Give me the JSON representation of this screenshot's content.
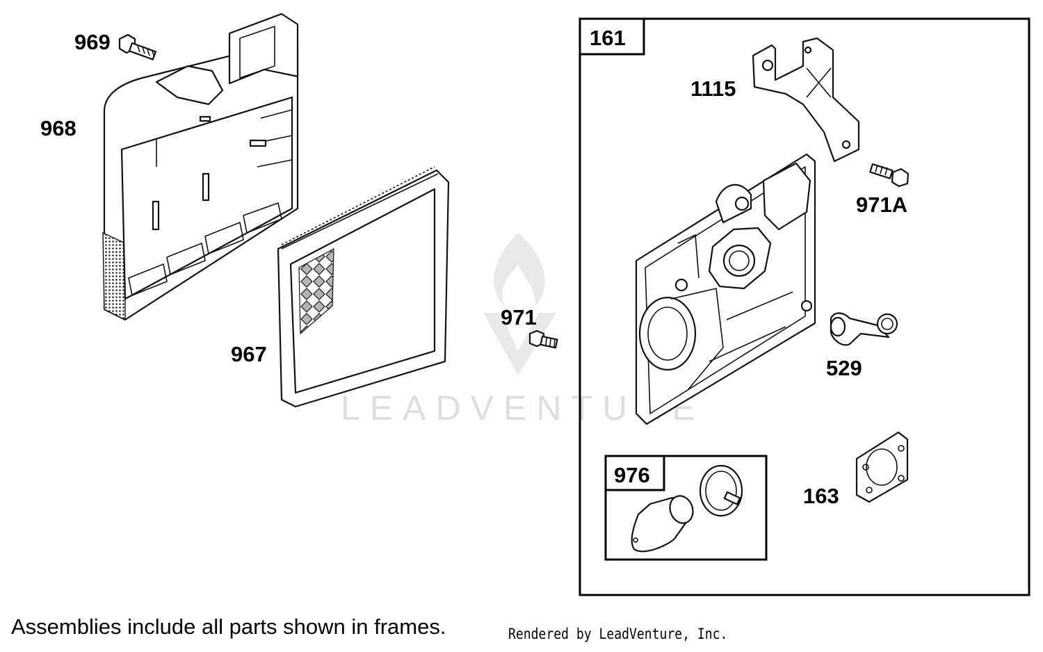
{
  "parts": {
    "p969": "969",
    "p968": "968",
    "p967": "967",
    "p971": "971",
    "p161": "161",
    "p1115": "1115",
    "p971a": "971A",
    "p529": "529",
    "p976": "976",
    "p163": "163"
  },
  "watermark": {
    "text": "LEADVENTURE"
  },
  "footer": {
    "note": "Assemblies include all parts shown in frames.",
    "rendered_by": "Rendered by LeadVenture, Inc."
  }
}
